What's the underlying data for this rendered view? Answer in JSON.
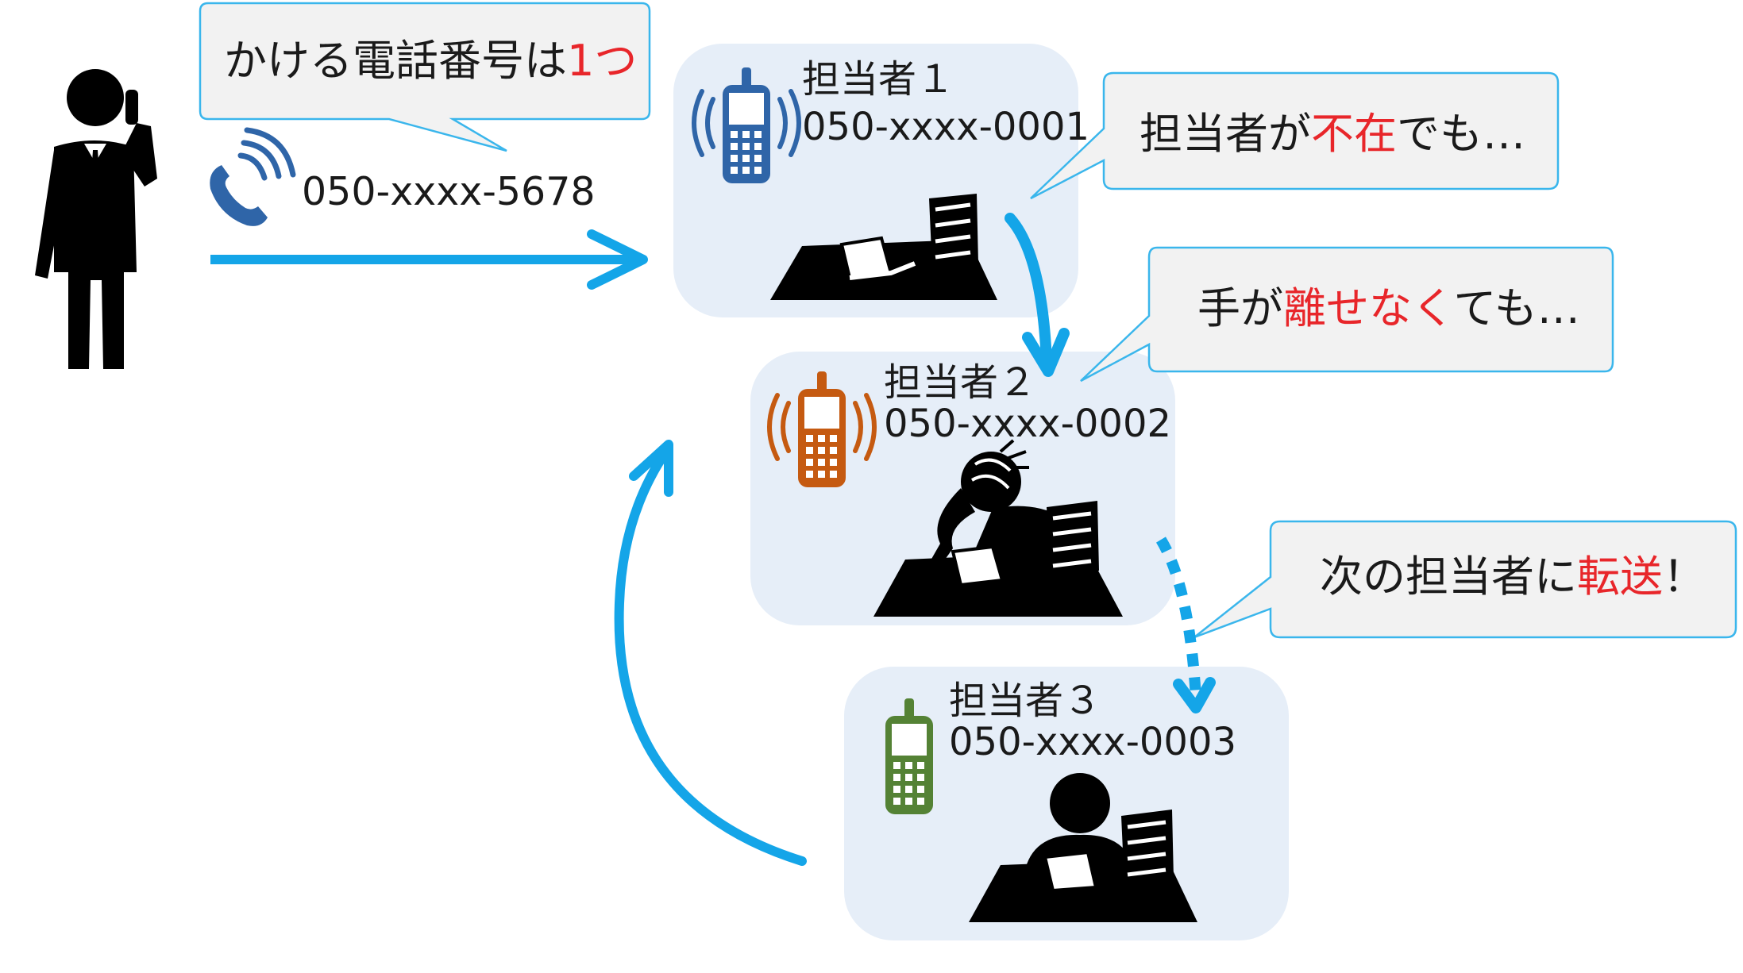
{
  "caller": {
    "bubble_text": "かける電話番号は",
    "bubble_highlight": "1つ",
    "number": "050-xxxx-5678"
  },
  "staff": [
    {
      "name": "担当者１",
      "number": "050-xxxx-0001",
      "phone_color": "#2f65a8"
    },
    {
      "name": "担当者２",
      "number": "050-xxxx-0002",
      "phone_color": "#c55a11"
    },
    {
      "name": "担当者３",
      "number": "050-xxxx-0003",
      "phone_color": "#548235"
    }
  ],
  "callouts": [
    {
      "prefix": "担当者が",
      "highlight": "不在",
      "suffix": "でも…"
    },
    {
      "prefix": "手が",
      "highlight": "離せなく",
      "suffix": "ても…"
    },
    {
      "prefix": "次の担当者に",
      "highlight": "転送",
      "suffix": "！"
    }
  ],
  "colors": {
    "arrow": "#14a5e8",
    "card_bg": "#e6eef8",
    "bubble_bg": "#f2f2f2",
    "bubble_border": "#3ab6ec",
    "highlight": "#e8262a"
  }
}
